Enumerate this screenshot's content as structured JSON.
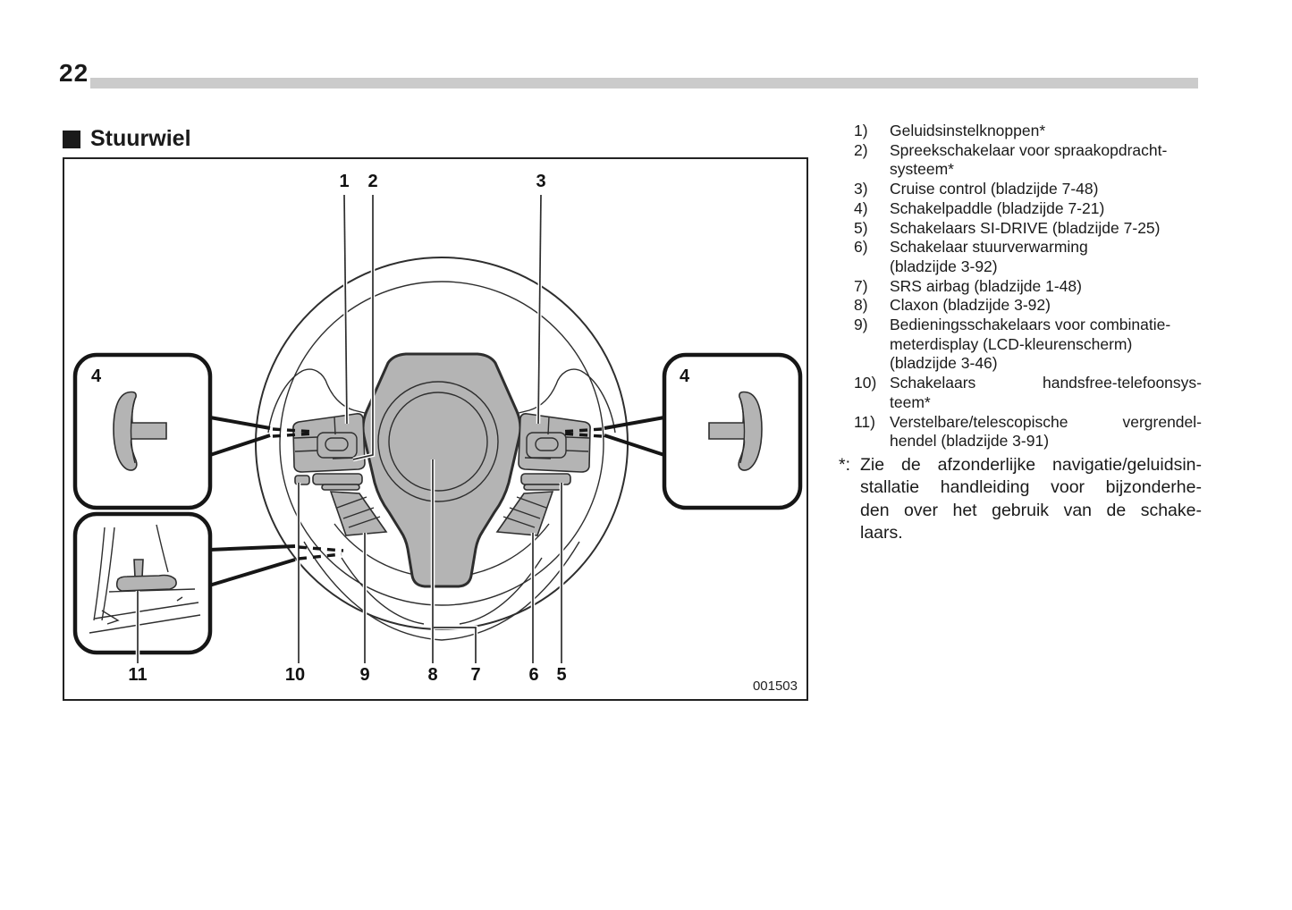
{
  "page_number": "22",
  "section": {
    "title": "Stuurwiel"
  },
  "figure": {
    "code": "001503",
    "top_labels": [
      "1",
      "2",
      "3"
    ],
    "bottom_labels": [
      "11",
      "10",
      "9",
      "8",
      "7",
      "6",
      "5"
    ],
    "left_box_label": "4",
    "right_box_label": "4"
  },
  "legend": {
    "items": [
      {
        "num": "1)",
        "lines": [
          {
            "t": "Geluidsinstelknoppen*",
            "j": false
          }
        ]
      },
      {
        "num": "2)",
        "lines": [
          {
            "t": "Spreekschakelaar voor spraakopdracht-",
            "j": false
          },
          {
            "t": "systeem*",
            "j": false
          }
        ]
      },
      {
        "num": "3)",
        "lines": [
          {
            "t": "Cruise control (bladzijde 7-48)",
            "j": false
          }
        ]
      },
      {
        "num": "4)",
        "lines": [
          {
            "t": "Schakelpaddle (bladzijde 7-21)",
            "j": false
          }
        ]
      },
      {
        "num": "5)",
        "lines": [
          {
            "t": "Schakelaars SI-DRIVE (bladzijde 7-25)",
            "j": false
          }
        ]
      },
      {
        "num": "6)",
        "lines": [
          {
            "t": "Schakelaar stuurverwarming",
            "j": false
          },
          {
            "t": "(bladzijde 3-92)",
            "j": false
          }
        ]
      },
      {
        "num": "7)",
        "lines": [
          {
            "t": "SRS airbag (bladzijde 1-48)",
            "j": false
          }
        ]
      },
      {
        "num": "8)",
        "lines": [
          {
            "t": "Claxon (bladzijde 3-92)",
            "j": false
          }
        ]
      },
      {
        "num": "9)",
        "lines": [
          {
            "t": "Bedieningsschakelaars voor combinatie-",
            "j": false
          },
          {
            "t": "meterdisplay (LCD-kleurenscherm)",
            "j": false
          },
          {
            "t": "(bladzijde 3-46)",
            "j": false
          }
        ]
      },
      {
        "num": "10)",
        "lines": [
          {
            "t": "Schakelaars handsfree-telefoonsys-",
            "j": true
          },
          {
            "t": "teem*",
            "j": false
          }
        ]
      },
      {
        "num": "11)",
        "lines": [
          {
            "t": "Verstelbare/telescopische vergrendel-",
            "j": true
          },
          {
            "t": "hendel (bladzijde 3-91)",
            "j": false
          }
        ]
      }
    ],
    "footnote": {
      "marker": "*:",
      "lines": [
        {
          "t": "Zie de afzonderlijke navigatie/geluidsin-",
          "j": true
        },
        {
          "t": "stallatie handleiding voor bijzonderhe-",
          "j": true
        },
        {
          "t": "den over het gebruik van de schake-",
          "j": true
        },
        {
          "t": "laars.",
          "j": false
        }
      ]
    }
  },
  "colors": {
    "diagram_fill_gray": "#b4b4b4",
    "header_bar_gray": "#cbcbcb",
    "line_art": "#2e2e2e"
  }
}
